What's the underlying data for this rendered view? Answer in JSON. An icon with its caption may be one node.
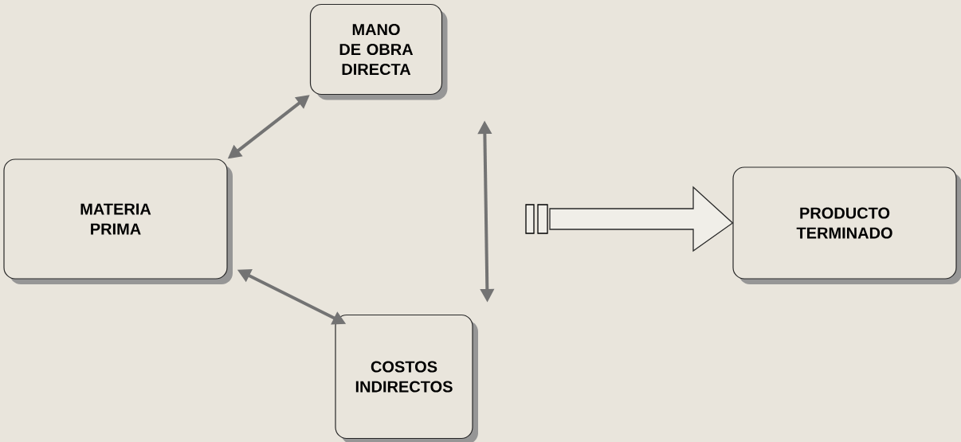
{
  "diagram": {
    "nodes": [
      {
        "text": [
          "MATERIA PRIMA"
        ]
      },
      {
        "text": [
          "MANO DE OBRA DIRECTA"
        ]
      },
      {
        "text": [
          "COSTOS INDIRECTOS"
        ]
      },
      {
        "text": [
          "PRODUCTO TERMINADO"
        ]
      }
    ],
    "edges": [
      {
        "from": 0,
        "to": 1,
        "arrow": "both"
      },
      {
        "from": 0,
        "to": 2,
        "arrow": "both"
      },
      {
        "from": 1,
        "to": 2,
        "arrow": "both"
      },
      {
        "from": null,
        "to": 3,
        "arrow": "to"
      }
    ]
  }
}
